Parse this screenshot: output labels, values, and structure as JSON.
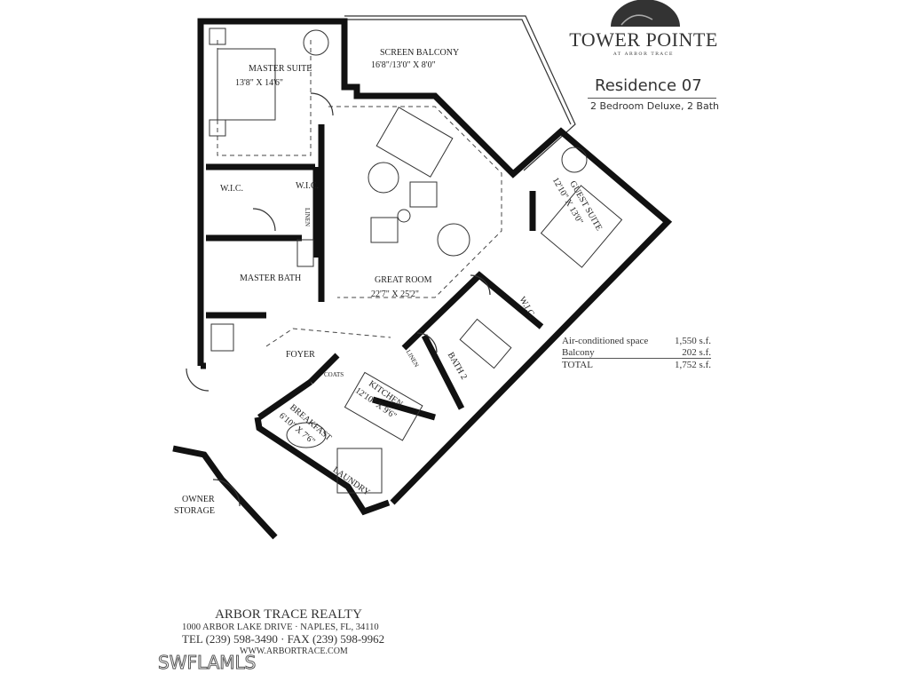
{
  "header": {
    "brand": "TOWER POINTE",
    "brand_subtitle": "AT ARBOR TRACE",
    "residence": "Residence 07",
    "description": "2 Bedroom Deluxe, 2 Bath"
  },
  "areas": [
    {
      "label": "Air-conditioned space",
      "value": "1,550 s.f."
    },
    {
      "label": "Balcony",
      "value": "202 s.f."
    },
    {
      "label": "TOTAL",
      "value": "1,752 s.f."
    }
  ],
  "rooms": {
    "master_suite": {
      "name": "MASTER SUITE",
      "size": "13'8\" X 14'6\""
    },
    "screen_balcony": {
      "name": "SCREEN BALCONY",
      "size": "16'8\"/13'0\" X 8'0\""
    },
    "great_room": {
      "name": "GREAT ROOM",
      "size": "22'7\" X 25'2\""
    },
    "guest_suite": {
      "name": "GUEST SUITE",
      "size": "12'10\" X 13'0\""
    },
    "wic1": "W.I.C.",
    "wic2": "W.I.C.",
    "wic3": "W.I.C.",
    "linen1": "LINEN",
    "linen2": "LINEN",
    "master_bath": "MASTER BATH",
    "foyer": "FOYER",
    "coats": "COATS",
    "bath2": "BATH 2",
    "kitchen": {
      "name": "KITCHEN",
      "size": "12'10\" X 9'6\""
    },
    "breakfast": {
      "name": "BREAKFAST",
      "size": "6'10\" X 7'6\""
    },
    "laundry": "LAUNDRY",
    "owner_storage": [
      "OWNER",
      "STORAGE"
    ]
  },
  "footer": {
    "company": "ARBOR TRACE REALTY",
    "address": "1000 ARBOR LAKE DRIVE · NAPLES, FL, 34110",
    "phone": "TEL (239) 598-3490 · FAX (239) 598-9962",
    "website": "WWW.ARBORTRACE.COM"
  },
  "watermark": "SWFLAMLS"
}
